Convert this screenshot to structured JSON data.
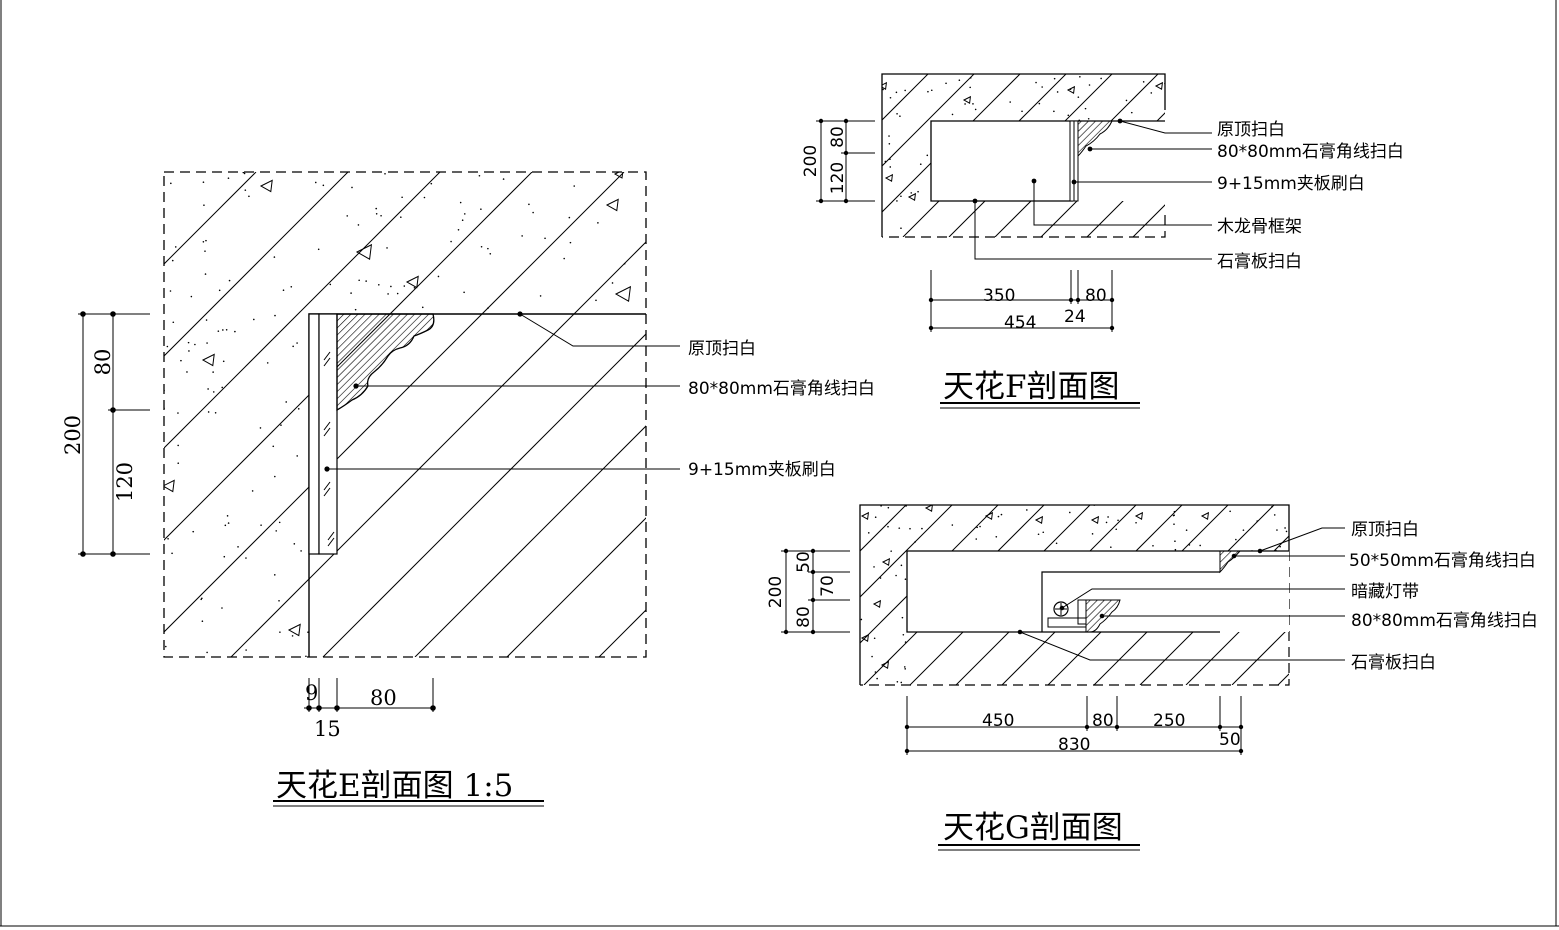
{
  "sectionE": {
    "title": "天花E剖面图 1:5",
    "labels": [
      "原顶扫白",
      "80*80mm石膏角线扫白",
      "9+15mm夹板刷白"
    ],
    "dims": {
      "total": "200",
      "top": "80",
      "bottom": "120",
      "w9": "9",
      "w15": "15",
      "w80": "80"
    }
  },
  "sectionF": {
    "title": "天花F剖面图",
    "labels": [
      "原顶扫白",
      "80*80mm石膏角线扫白",
      "9+15mm夹板刷白",
      "木龙骨框架",
      "石膏板扫白"
    ],
    "dims": {
      "total": "200",
      "top": "80",
      "bottom": "120",
      "w350": "350",
      "w24": "24",
      "w80": "80",
      "w454": "454"
    }
  },
  "sectionG": {
    "title": "天花G剖面图",
    "labels": [
      "原顶扫白",
      "50*50mm石膏角线扫白",
      "暗藏灯带",
      "80*80mm石膏角线扫白",
      "石膏板扫白"
    ],
    "dims": {
      "total": "200",
      "d50": "50",
      "d70": "70",
      "d80": "80",
      "w450": "450",
      "w80": "80",
      "w250": "250",
      "w50": "50",
      "w830": "830"
    }
  }
}
